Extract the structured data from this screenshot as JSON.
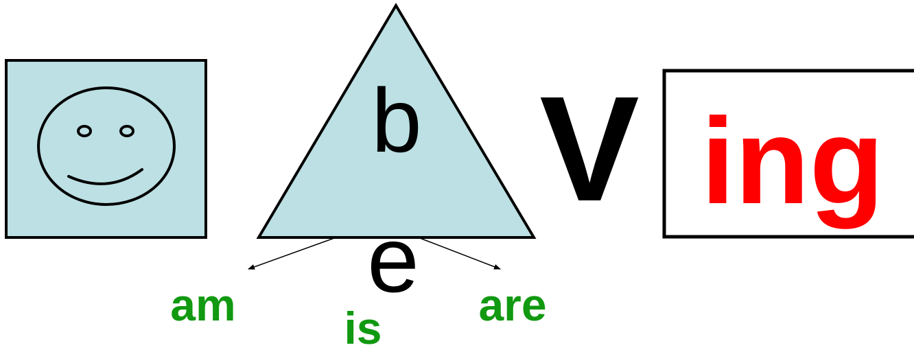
{
  "colors": {
    "fill_light_blue": "#bce0e3",
    "stroke": "#000000",
    "text_black": "#000000",
    "forms_green": "#119911",
    "suffix_red": "#ff0000"
  },
  "subject": {
    "icon": "smiley-face-icon"
  },
  "be_verb": {
    "letter_b": "b",
    "letter_e": "e",
    "forms": [
      "am",
      "is",
      "are"
    ]
  },
  "verb": {
    "letter": "V"
  },
  "suffix": {
    "text": "ing"
  }
}
